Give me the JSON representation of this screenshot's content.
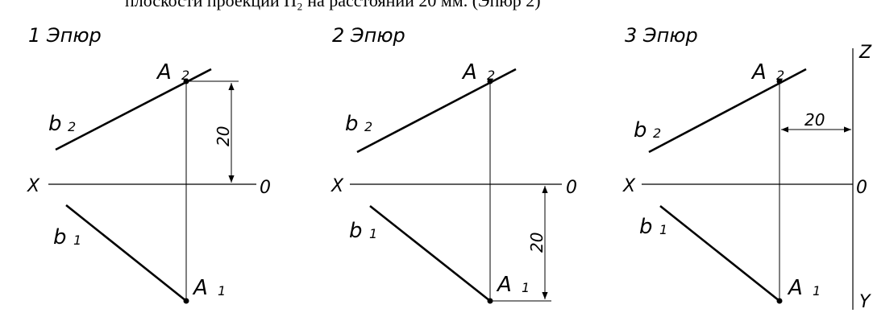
{
  "top_text": "плоскости проекций П₂ на расстоянии 20 мм. (Эпюр 2)",
  "diagrams": [
    {
      "title": "1 Эпюр",
      "x_label": "X",
      "o_label": "0",
      "b2": "b",
      "b2_sub": "2",
      "b1": "b",
      "b1_sub": "1",
      "a2": "A",
      "a2_sub": "2",
      "a1": "A",
      "a1_sub": "1",
      "dim": "20"
    },
    {
      "title": "2 Эпюр",
      "x_label": "X",
      "o_label": "0",
      "b2": "b",
      "b2_sub": "2",
      "b1": "b",
      "b1_sub": "1",
      "a2": "A",
      "a2_sub": "2",
      "a1": "A",
      "a1_sub": "1",
      "dim": "20"
    },
    {
      "title": "3 Эпюр",
      "x_label": "X",
      "o_label": "0",
      "b2": "b",
      "b2_sub": "2",
      "b1": "b",
      "b1_sub": "1",
      "a2": "A",
      "a2_sub": "2",
      "a1": "A",
      "a1_sub": "1",
      "dim": "20",
      "z_label": "Z",
      "y_label": "Y"
    }
  ]
}
